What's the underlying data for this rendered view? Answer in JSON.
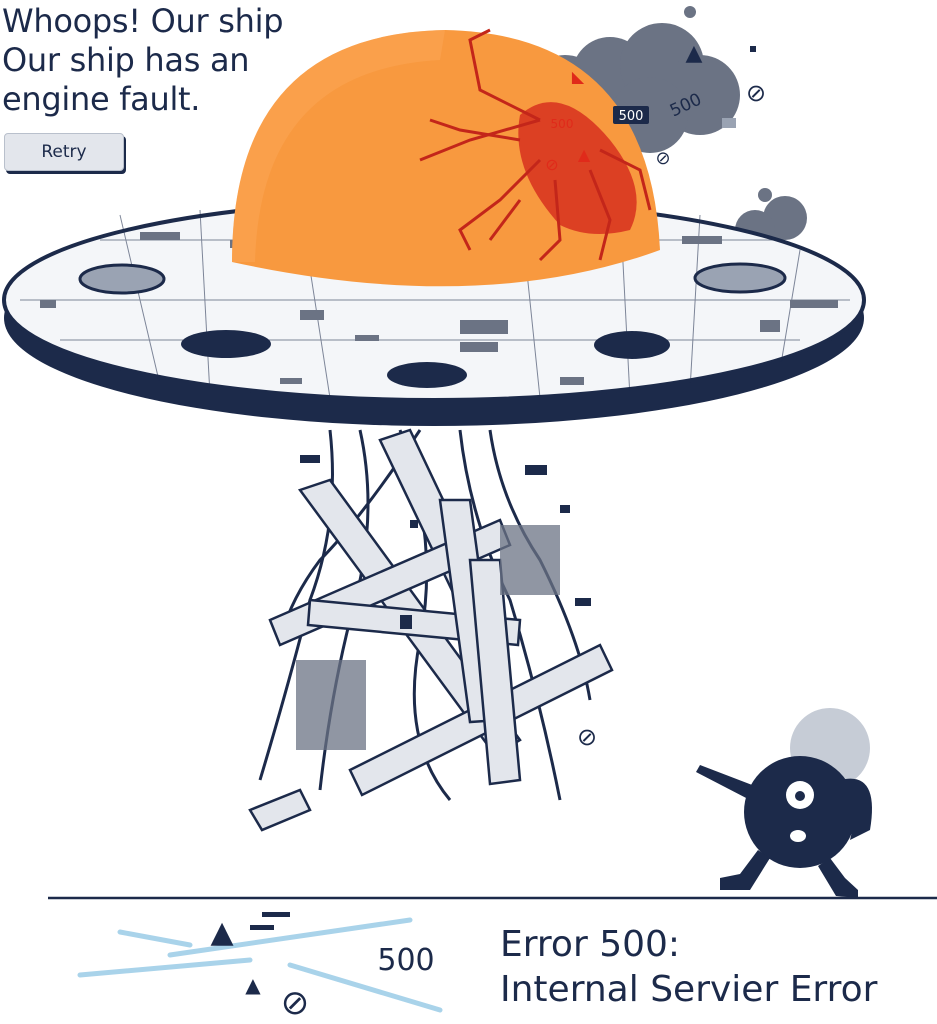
{
  "headline": {
    "line1": "Whoops! Our ship",
    "line2": "Our ship has an",
    "line3": "engine fault."
  },
  "retry_button": {
    "label": "Retry"
  },
  "scene": {
    "dome_labels": {
      "code": "500"
    },
    "smoke_labels": {
      "badge": "500",
      "tilted": "500"
    },
    "ground_code": "500",
    "colors": {
      "navy": "#1c2a4a",
      "dome_orange": "#f8993f",
      "crack_red": "#e02a1a",
      "smoke_gray": "#6b7384",
      "deck_white": "#f4f6f9",
      "debris_blue": "#a9d3ea"
    }
  },
  "error": {
    "title": "Error 500:",
    "message": "Internal Servier Error"
  }
}
